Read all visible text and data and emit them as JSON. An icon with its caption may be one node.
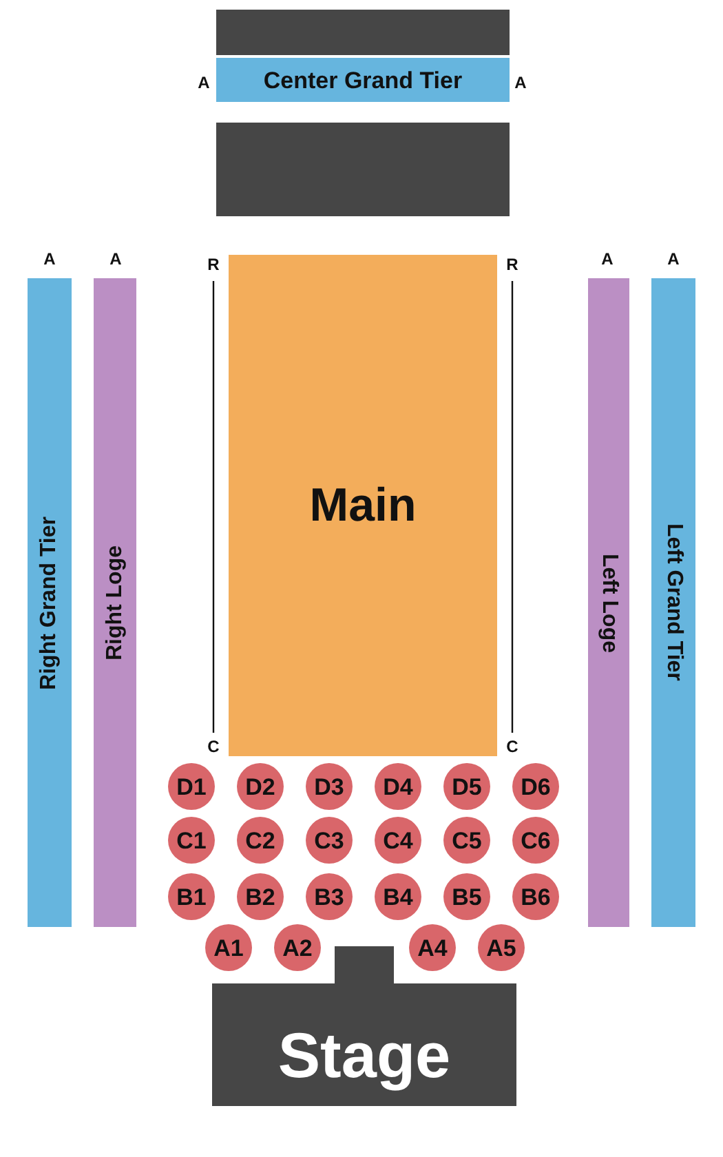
{
  "diagram": {
    "nodes": [
      {
        "text": [],
        "shape": "box"
      },
      {
        "text": [
          "Center Grand Tier"
        ]
      },
      {
        "text": [],
        "shape": "box"
      },
      {
        "text": [
          "Right Grand Tier"
        ]
      },
      {
        "text": [
          "Right Loge"
        ]
      },
      {
        "text": [
          "Main"
        ]
      },
      {
        "text": [
          "Left Loge"
        ]
      },
      {
        "text": [
          "Left Grand Tier"
        ]
      },
      {
        "text": [
          "D1"
        ]
      },
      {
        "text": [
          "D2"
        ]
      },
      {
        "text": [
          "D3"
        ]
      },
      {
        "text": [
          "D4"
        ]
      },
      {
        "text": [
          "D5"
        ]
      },
      {
        "text": [
          "D6"
        ]
      },
      {
        "text": [
          "C1"
        ]
      },
      {
        "text": [
          "C2"
        ]
      },
      {
        "text": [
          "C3"
        ]
      },
      {
        "text": [
          "C4"
        ]
      },
      {
        "text": [
          "C5"
        ]
      },
      {
        "text": [
          "C6"
        ]
      },
      {
        "text": [
          "B1"
        ]
      },
      {
        "text": [
          "B2"
        ]
      },
      {
        "text": [
          "B3"
        ]
      },
      {
        "text": [
          "B4"
        ]
      },
      {
        "text": [
          "B5"
        ]
      },
      {
        "text": [
          "B6"
        ]
      },
      {
        "text": [
          "A1"
        ]
      },
      {
        "text": [
          "A2"
        ]
      },
      {
        "text": [
          "A4"
        ]
      },
      {
        "text": [
          "A5"
        ]
      },
      {
        "text": [
          "Stage"
        ]
      }
    ],
    "edges": [],
    "labels": [
      "A",
      "A",
      "A",
      "A",
      "R",
      "R",
      "A",
      "A",
      "C",
      "C"
    ]
  }
}
